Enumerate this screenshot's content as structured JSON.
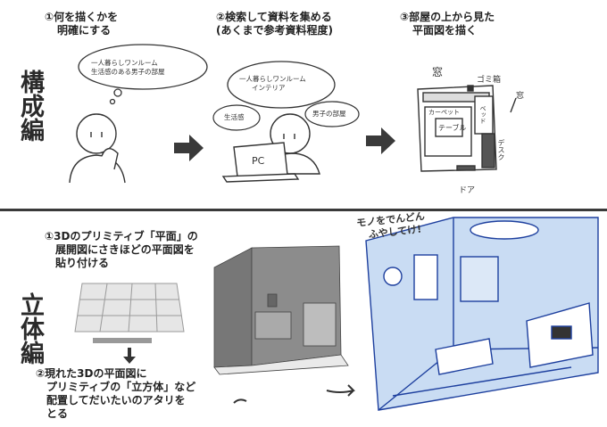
{
  "sections": {
    "top_title": "構成編",
    "bottom_title": "立体編"
  },
  "top_steps": {
    "step1": [
      "①何を描くかを",
      "明確にする"
    ],
    "step2": [
      "②検索して資料を集める",
      "(あくまで参考資料程度)"
    ],
    "step3": [
      "③部屋の上から見た",
      "平面図を描く"
    ]
  },
  "bubbles": {
    "thought1": [
      "一人暮らしワンルーム",
      "生活感のある男子の部屋"
    ],
    "thought2": [
      "一人暮らしワンルーム",
      "インテリア"
    ],
    "small_left": "生活感",
    "small_right": "男子の部屋",
    "pc_label": "PC"
  },
  "floorplan": {
    "window_top": "窓",
    "trash": "ゴミ箱",
    "window_right": "窓",
    "carpet": "カーペット",
    "bed": "ベッド",
    "table": "テーブル",
    "desk": "デスク",
    "door": "ドア"
  },
  "bottom_steps": {
    "step1": [
      "①3Dのプリミティブ「平面」の",
      "展開図にさきほどの平面図を",
      "貼り付ける"
    ],
    "step2": [
      "②現れた3Dの平面図に",
      "プリミティブの「立方体」など",
      "配置してだいたいのアタリを",
      "とる"
    ]
  },
  "handwritten_note": [
    "モノをでんどん",
    "ふやしてけ!"
  ],
  "colors": {
    "blue_fill": "#c9dcf3",
    "blue_line": "#1d3f9e",
    "gray_dark": "#555555",
    "gray_mid": "#8c8c8c",
    "arrow": "#3a3a3a"
  }
}
